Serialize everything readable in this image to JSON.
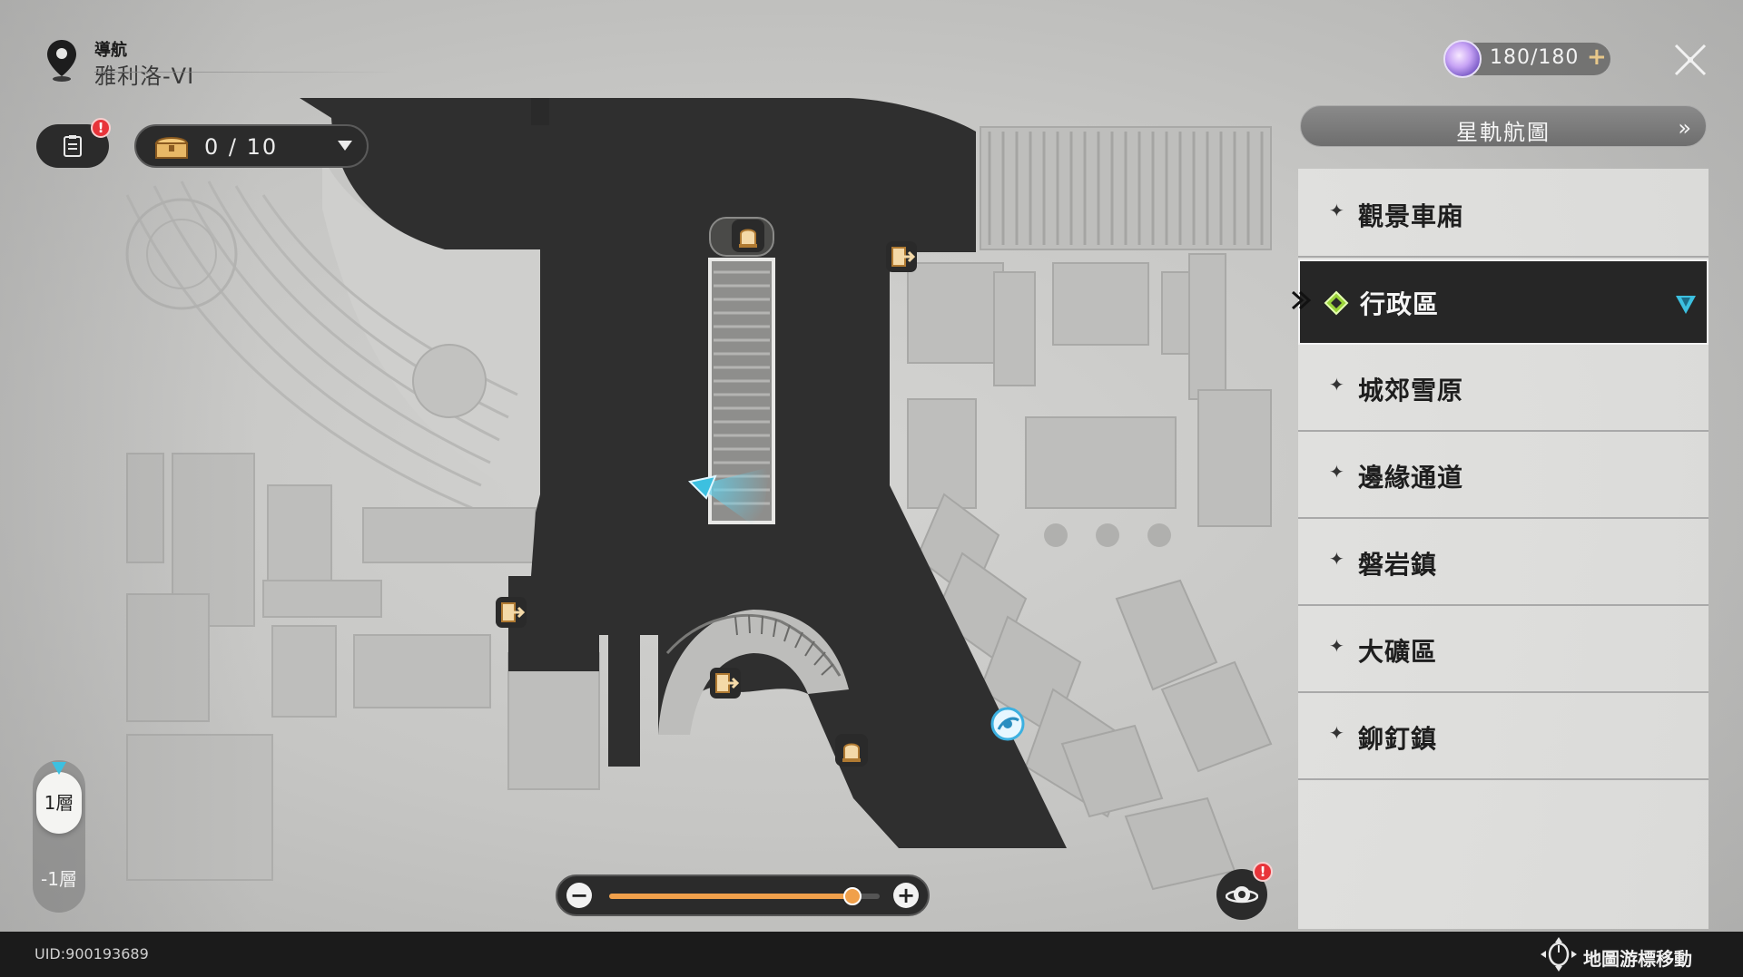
{
  "navigation": {
    "label": "導航",
    "area": "雅利洛-VI"
  },
  "tasks": {
    "badge": "!"
  },
  "chests": {
    "count": "0 / 10"
  },
  "trailblaze_power": {
    "value": "180/180",
    "plus": "+"
  },
  "star_rail_map": {
    "label": "星軌航圖",
    "chevron": "»"
  },
  "regions": [
    {
      "name": "觀景車廂",
      "active": false
    },
    {
      "name": "行政區",
      "active": true
    },
    {
      "name": "城郊雪原",
      "active": false
    },
    {
      "name": "邊緣通道",
      "active": false
    },
    {
      "name": "磐岩鎮",
      "active": false
    },
    {
      "name": "大礦區",
      "active": false
    },
    {
      "name": "鉚釘鎮",
      "active": false
    }
  ],
  "floors": {
    "active": "1層",
    "other": "-1層"
  },
  "zoom": {
    "minus": "−",
    "plus": "+",
    "level": 0.9
  },
  "planet": {
    "badge": "!"
  },
  "footer": {
    "uid": "UID:900193689",
    "hint": "地圖游標移動"
  },
  "icons": {
    "nav": "location-pin-icon",
    "tasks": "clipboard-icon",
    "chest": "treasure-chest-icon",
    "close": "close-icon",
    "planet": "planet-icon",
    "cursor": "cursor-move-icon",
    "player": "player-arrow-icon",
    "teleport": "space-anchor-icon",
    "shop": "bell-shop-icon",
    "exit": "exit-door-icon"
  },
  "colors": {
    "accent_orange": "#f0a04b",
    "accent_cyan": "#3cc0e0",
    "alert_red": "#e8343a"
  }
}
